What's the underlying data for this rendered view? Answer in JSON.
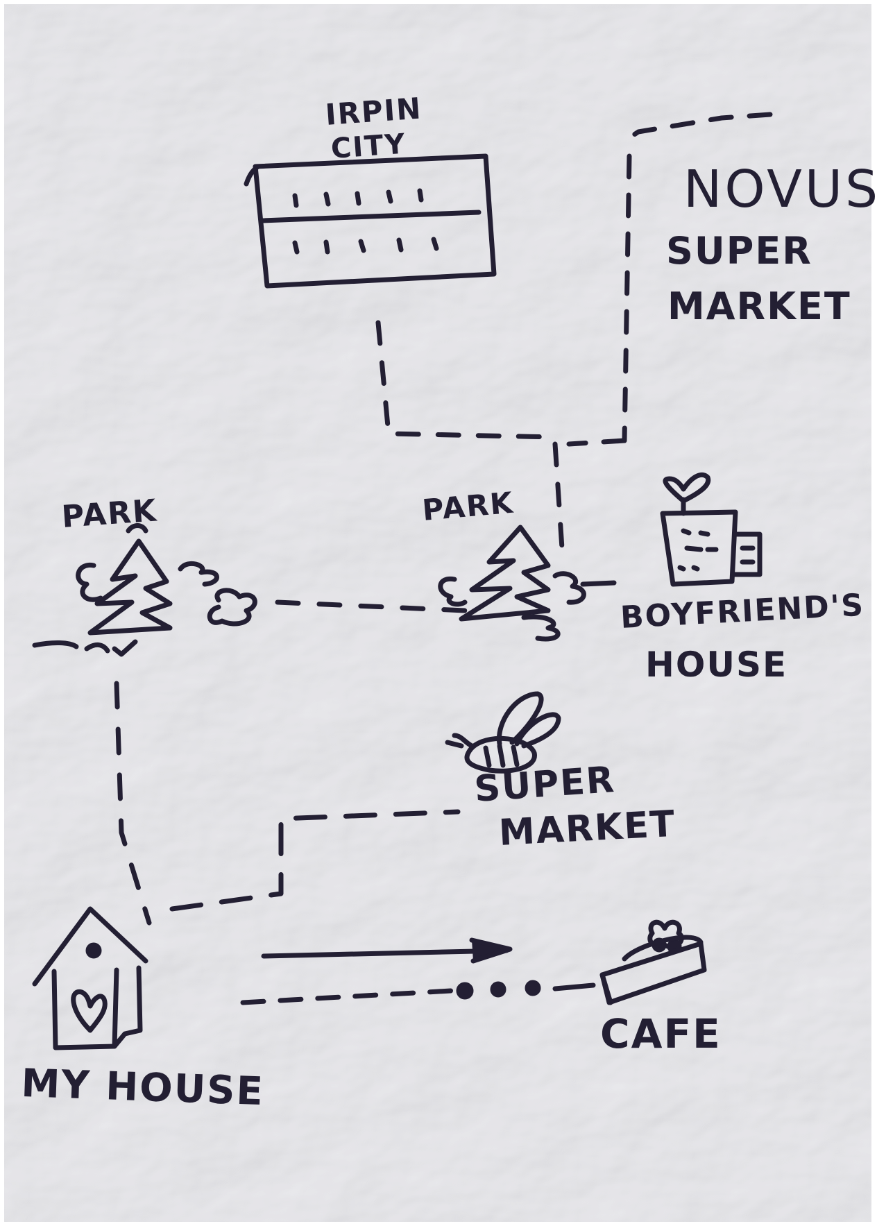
{
  "map": {
    "colors": {
      "ink": "#231f33",
      "paper": "#efeef2",
      "paper_shadow": "#d6d4dc",
      "paper_highlight": "#fbfbfd"
    },
    "places": {
      "irpin_city": {
        "line1": "IRPIN",
        "line2": "CITY",
        "icon": "city-building-icon"
      },
      "novus": {
        "line1": "NOVUS",
        "line2": "SUPER",
        "line3": "MARKET"
      },
      "park_left": {
        "label": "PARK",
        "icon": "tree-icon"
      },
      "park_center": {
        "label": "PARK",
        "icon": "tree-icon"
      },
      "boyfriends_house": {
        "line1": "BOYFRIEND'S",
        "line2": "HOUSE",
        "icon": "heart-house-icon"
      },
      "supermarket": {
        "line1": "SUPER",
        "line2": "MARKET",
        "icon": "bee-icon"
      },
      "my_house": {
        "label": "MY HOUSE",
        "icon": "house-heart-icon"
      },
      "cafe": {
        "label": "CAFE",
        "icon": "cake-slice-icon"
      }
    }
  }
}
